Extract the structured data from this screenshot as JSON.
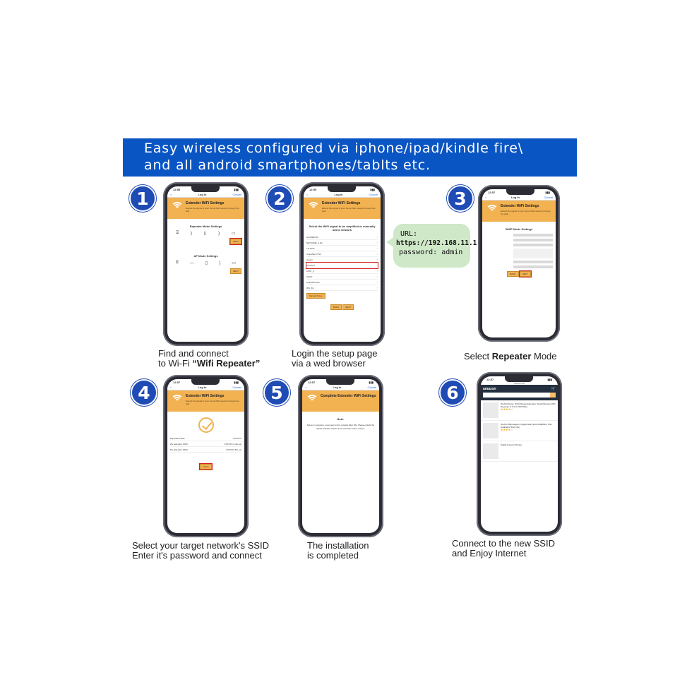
{
  "banner": {
    "line1": "Easy wireless configured via iphone/ipad/kindle fire\\",
    "line2": "and all android smartphones/tablts etc."
  },
  "colors": {
    "banner": "#0a55c4",
    "step_circle": "#1f4bb5",
    "accent": "#f2b251",
    "bubble": "#cfe8c8"
  },
  "steps": [
    {
      "number": "1",
      "caption_line1": "Find and connect",
      "caption_line2_prefix": "to Wi-Fi ",
      "caption_line2_bold": "“Wifi Repeater”"
    },
    {
      "number": "2",
      "caption_line1": "Login the setup page",
      "caption_line2": "via a wed browser"
    },
    {
      "number": "3",
      "caption_prefix": "Select ",
      "caption_bold": "Repeater",
      "caption_suffix": " Mode"
    },
    {
      "number": "4",
      "caption_line1": "Select your target network's SSID",
      "caption_line2": "Enter it's password and connect"
    },
    {
      "number": "5",
      "caption_line1": "The installation",
      "caption_line2": "is completed"
    },
    {
      "number": "6",
      "caption_line1": "Connect to the new SSID",
      "caption_line2": "and Enjoy Internet"
    }
  ],
  "bubble": {
    "label": "URL:",
    "url": "https://192.168.11.1",
    "password": "password: admin"
  },
  "phone": {
    "time": "12:59",
    "time2": "12:57",
    "nav_left": "<",
    "nav_title": "Log In",
    "nav_right": "Cancel",
    "header_title": "Extender WiFi Settings",
    "header_sub": "Extend the signal of your home WiFi network through the wall",
    "repeater_title": "Repeater Mode Settings",
    "ap_title": "AP Mode Settings",
    "next_label": "NEXT",
    "back_label": "BACK",
    "select_text": "Select the WiFi signal to be amplified or manually add a network",
    "networks": [
      "HUAWEI-5G",
      "NETCORE_2.4G",
      "TP-LINK",
      "ChinaNet-CTW",
      "xiaomi",
      "XXXXXX",
      "FAST_3",
      "ZHAO",
      "ChinaNet-S1k",
      "WS_5G"
    ],
    "manual_label": "Manual Setup",
    "wisp_title": "WISP Mode Settings",
    "expanded_label": "Expanded WiFi:",
    "expanded_value": "XXXXXX",
    "ssid24_label": "2G Extender SSID:",
    "ssid24_value": "XXXXXX-2.4G-ext",
    "ssid5_label": "5G Extender SSID:",
    "ssid5_value": "XXXXXX-5G-ext",
    "finish_label": "Finish",
    "complete_title": "Complete Extender WiFi Settings",
    "note_label": "Note:",
    "complete_text": "Setup is complete, reconnect to the network after 30s. Please check the signal indicator status of the extender when using it.",
    "amazon_logo": "amazon",
    "amazon_url": "amazon.de",
    "product1": "WLAN Router, WI-FI Range Extender, Signal Booster WiFi Repeater 2.4 GHz 300 Mbps",
    "product2": "WLAN USB Adapter, Digital Wlan Stick 600Mbit/s, Mini Dualband (5G/2.4G)",
    "product3": "Digital Fotoeinrichtung"
  }
}
